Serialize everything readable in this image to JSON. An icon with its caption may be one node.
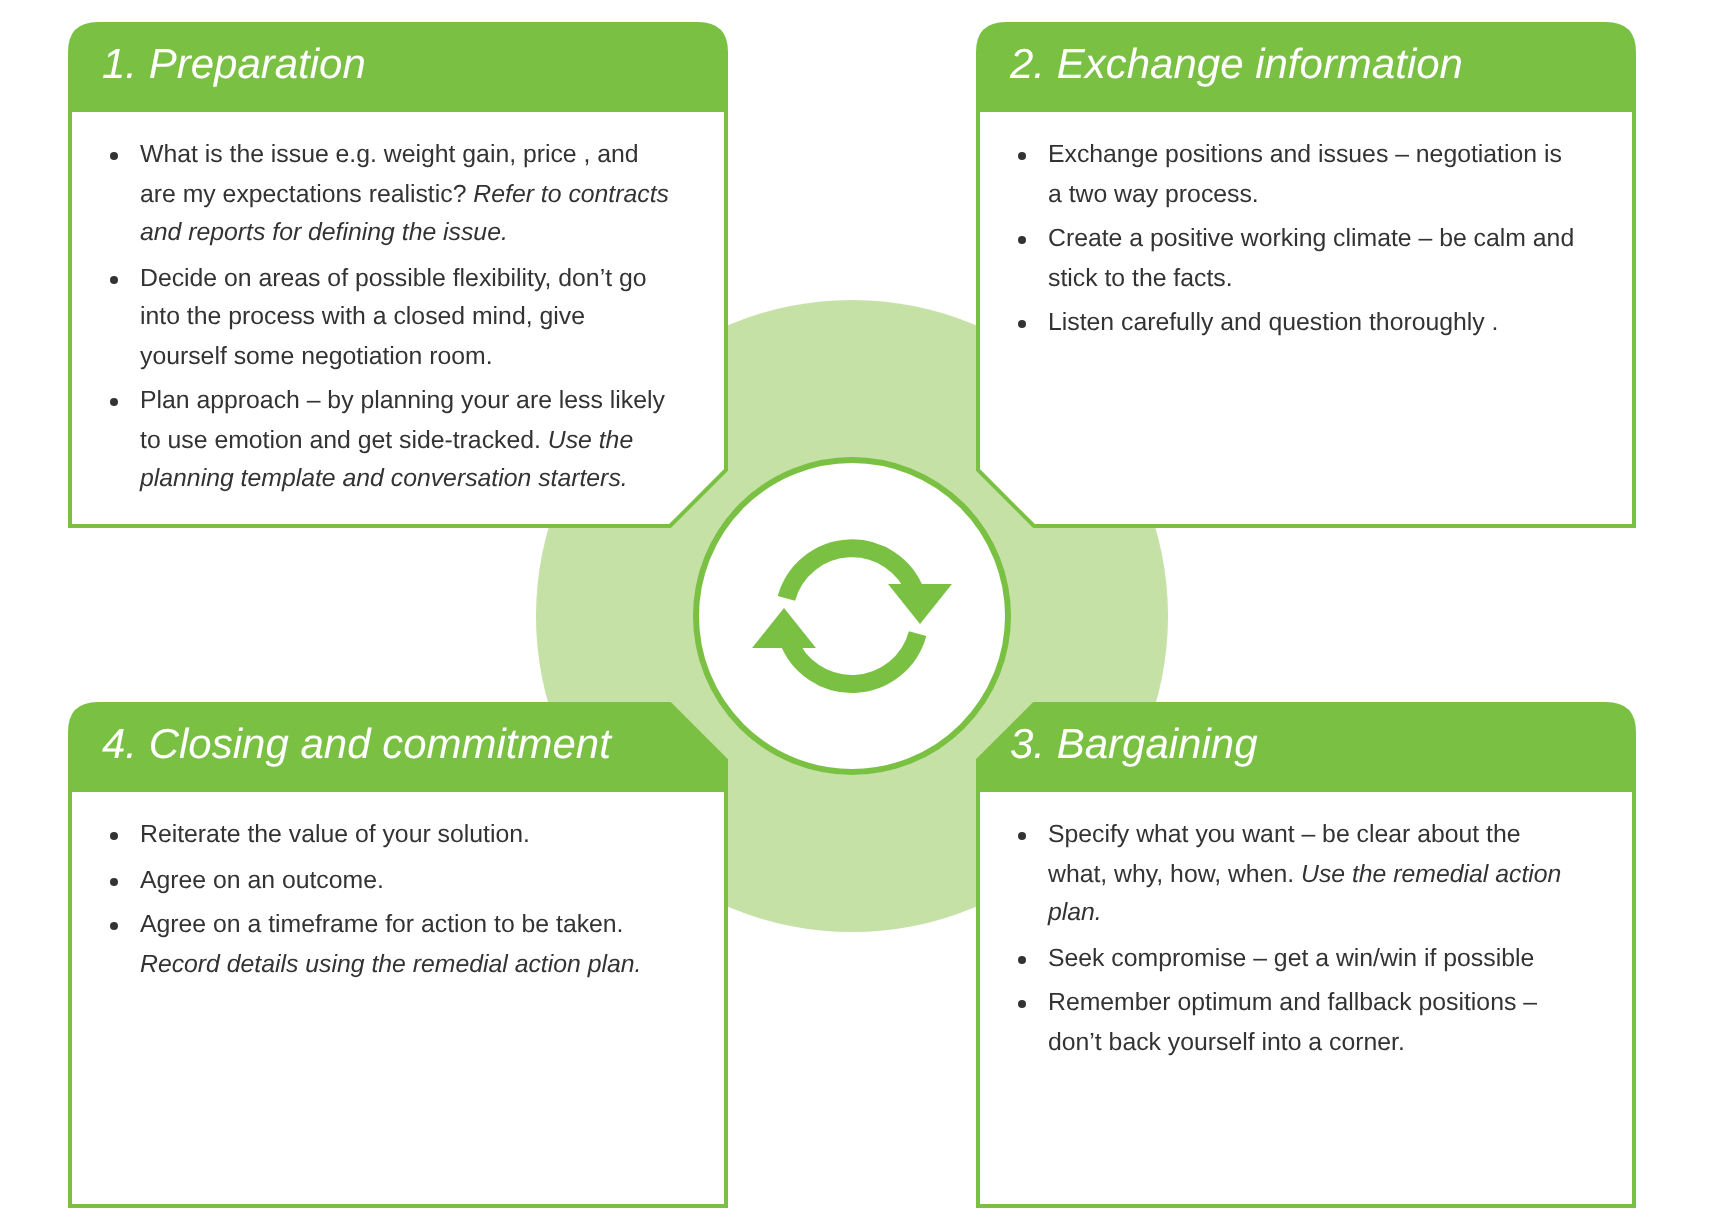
{
  "diagram": {
    "nodes": [
      {
        "text": [
          "1. Preparation",
          "What is the issue e.g. weight gain, price , and are my expectations realistic?  *Refer to contracts and reports for defining the issue.*",
          "Decide on areas of possible flexibility, don’t go into the process with a closed mind, give yourself some negotiation room.",
          "Plan approach – by planning your are less likely to use emotion and get side-tracked. *Use the planning template and conversation starters.*"
        ]
      },
      {
        "text": [
          "2. Exchange information",
          "Exchange positions and issues – negotiation is a two way process.",
          "Create a positive working climate – be calm and stick to the facts.",
          "Listen carefully and question thoroughly ."
        ]
      },
      {
        "text": [
          "4. Closing and commitment",
          "Reiterate the value of your solution.",
          "Agree on an outcome.",
          "Agree on a timeframe for action to be taken. *Record details using the remedial action plan.*"
        ]
      },
      {
        "text": [
          "3. Bargaining",
          "Specify what you want – be clear about the what, why, how, when.  *Use the remedial action plan.*",
          "Seek compromise – get a win/win if possible",
          "Remember optimum and fallback positions – don’t back yourself into a corner."
        ]
      }
    ]
  }
}
